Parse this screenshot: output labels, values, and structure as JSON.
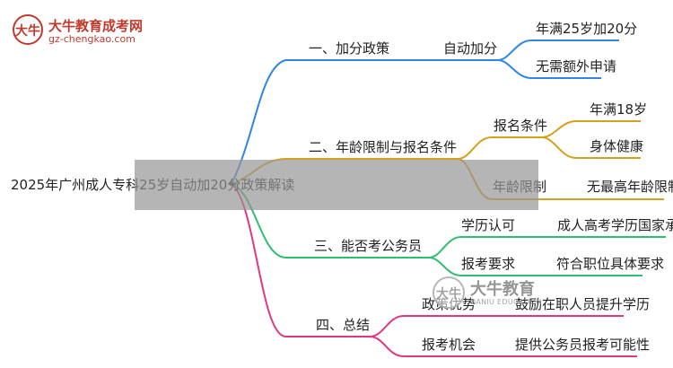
{
  "brand": {
    "logo_glyph": "大牛",
    "name": "大牛教育成考网",
    "url": "gz-chengkao.com",
    "watermark_glyph": "大牛",
    "watermark_name": "大牛教育",
    "watermark_en": "DANIU EDUCATION"
  },
  "root": {
    "label": "2025年广州成人专科25岁自动加20分政策解读"
  },
  "branches": [
    {
      "label": "一、加分政策",
      "color": "#2f86e6",
      "children": [
        {
          "label": "自动加分",
          "children": [
            {
              "label": "年满25岁加20分"
            },
            {
              "label": "无需额外申请"
            }
          ]
        }
      ]
    },
    {
      "label": "二、年龄限制与报名条件",
      "color": "#d4a01d",
      "children": [
        {
          "label": "报名条件",
          "children": [
            {
              "label": "年满18岁"
            },
            {
              "label": "身体健康"
            }
          ]
        },
        {
          "label": "年龄限制",
          "children": [
            {
              "label": "无最高年龄限制"
            }
          ]
        }
      ]
    },
    {
      "label": "三、能否考公务员",
      "color": "#2fbf71",
      "children": [
        {
          "label": "学历认可",
          "children": [
            {
              "label": "成人高考学历国家承认"
            }
          ]
        },
        {
          "label": "报考要求",
          "children": [
            {
              "label": "符合职位具体要求"
            }
          ]
        }
      ]
    },
    {
      "label": "四、总结",
      "color": "#e0377f",
      "children": [
        {
          "label": "政策优势",
          "children": [
            {
              "label": "鼓励在职人员提升学历"
            }
          ]
        },
        {
          "label": "报考机会",
          "children": [
            {
              "label": "提供公务员报考可能性"
            }
          ]
        }
      ]
    }
  ]
}
